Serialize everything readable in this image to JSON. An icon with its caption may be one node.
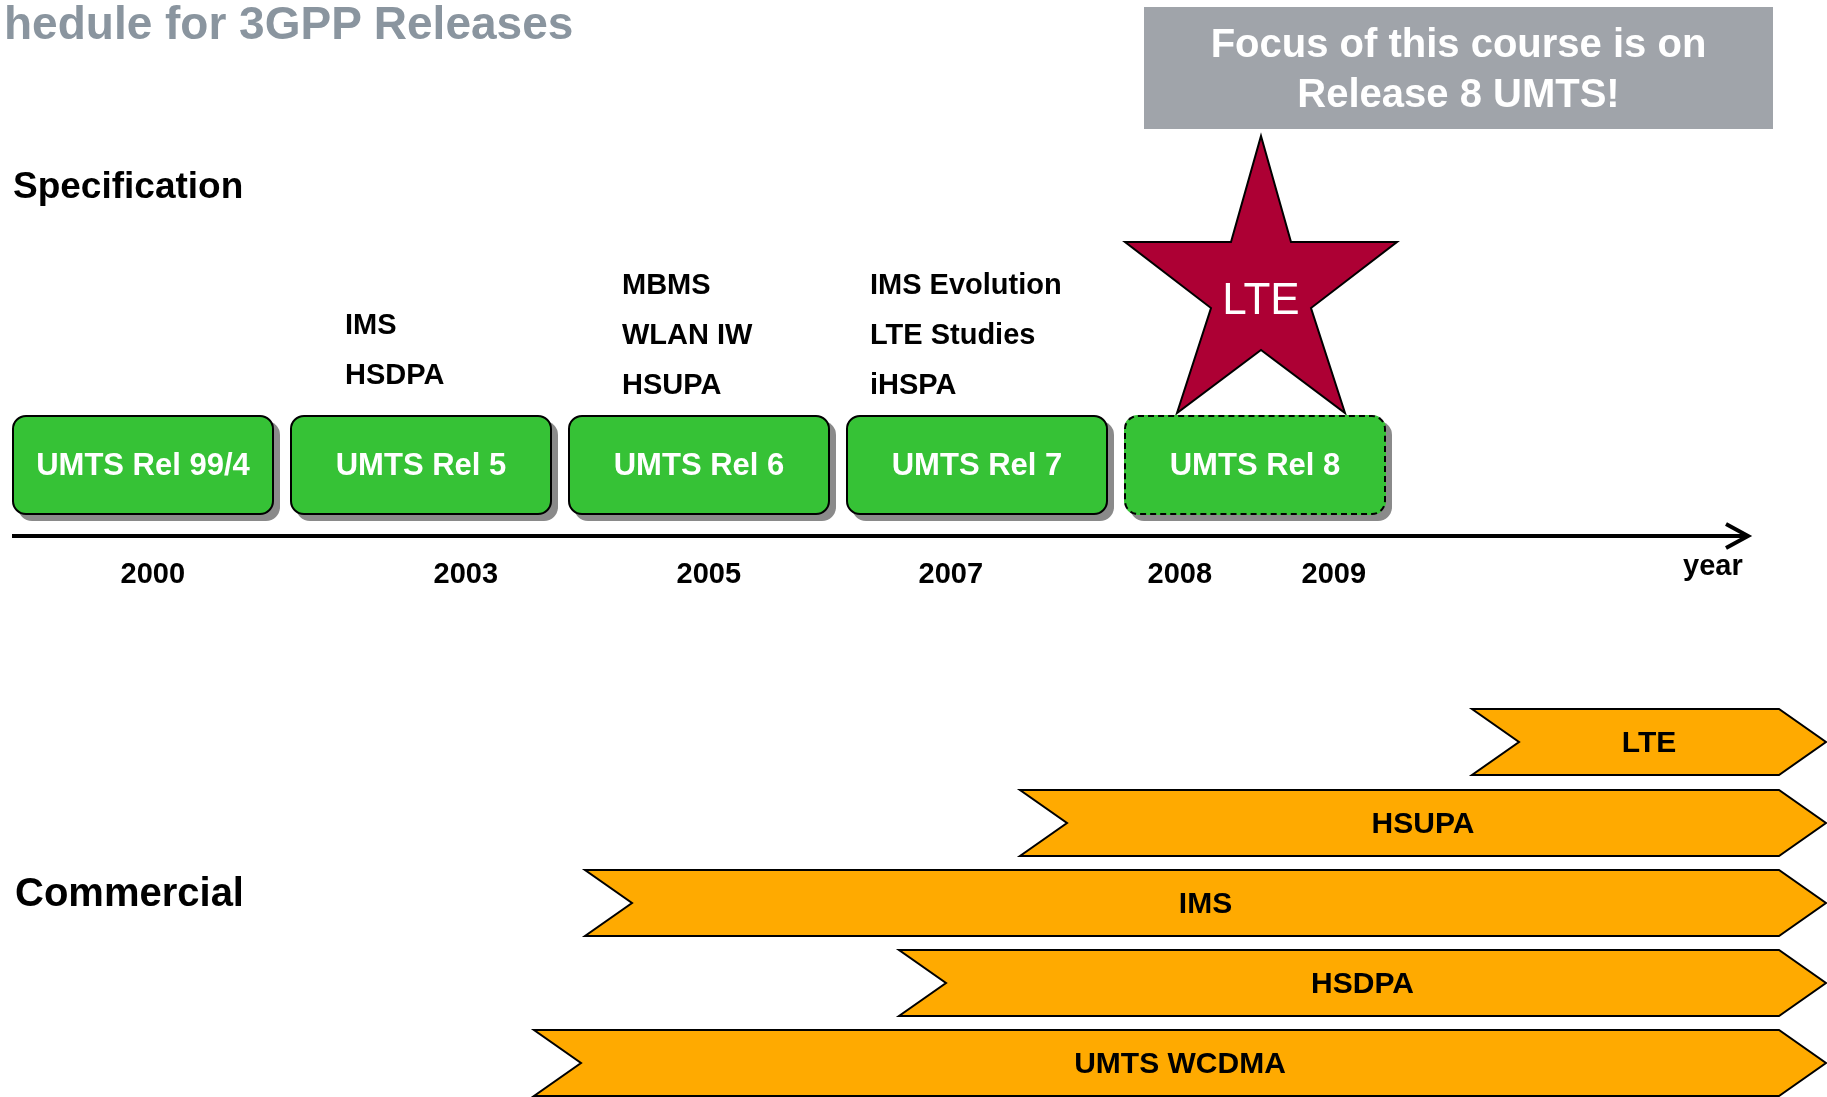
{
  "diagram": {
    "title": "hedule for 3GPP Releases",
    "nodes": [
      {
        "text": [
          "Focus of this course is on Release 8 UMTS!"
        ]
      },
      {
        "text": [
          "LTE"
        ]
      },
      {
        "text": [
          "UMTS Rel 99/4"
        ]
      },
      {
        "text": [
          "UMTS Rel 5"
        ]
      },
      {
        "text": [
          "UMTS Rel 6"
        ]
      },
      {
        "text": [
          "UMTS Rel 7"
        ]
      },
      {
        "text": [
          "UMTS Rel 8"
        ]
      },
      {
        "text": [
          "LTE"
        ]
      },
      {
        "text": [
          "HSUPA"
        ]
      },
      {
        "text": [
          "IMS"
        ]
      },
      {
        "text": [
          "HSDPA"
        ]
      },
      {
        "text": [
          "UMTS WCDMA"
        ]
      }
    ],
    "edges": [],
    "labels": [
      "Specification",
      "MBMS",
      "IMS Evolution",
      "IMS",
      "WLAN IW",
      "LTE Studies",
      "HSDPA",
      "HSUPA",
      "iHSPA",
      "2000",
      "2003",
      "2005",
      "2007",
      "2008",
      "2009",
      "year",
      "Commercial"
    ]
  }
}
